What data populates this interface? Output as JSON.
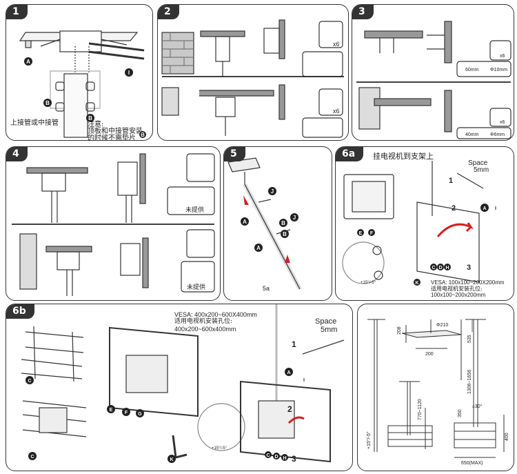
{
  "panels": {
    "p1": {
      "num": "1",
      "note_pipe": "上接管或中接管",
      "note_1": "注意:",
      "note_2": "顶板和中接管安装",
      "note_3": "的时候不需垫片",
      "callouts": [
        "A",
        "I",
        "B",
        "B",
        "B"
      ]
    },
    "p2": {
      "num": "2",
      "qty": "x6"
    },
    "p3": {
      "num": "3",
      "qty": "x6",
      "dim_1": "60mm",
      "dia_1": "Φ10mm",
      "dim_2": "40mm",
      "dia_2": "Φ6mm"
    },
    "p4": {
      "num": "4",
      "not_supplied": "未提供"
    },
    "p5": {
      "num": "5",
      "sub": "5a",
      "callouts": [
        "J",
        "A",
        "B",
        "B",
        "J",
        "A"
      ]
    },
    "p6a": {
      "num": "6a",
      "title": "挂电视机到支架上",
      "space": "Space",
      "space_val": "5mm",
      "steps": [
        "1",
        "2",
        "3"
      ],
      "vesa": "VESA: 100x100~200X200mm",
      "vesa_cn": "适用电视机安装孔位:",
      "vesa_cn_val": "100x100~200x200mm",
      "angle": "+15°/-5°",
      "callouts": [
        "A",
        "I",
        "E",
        "F",
        "C",
        "D",
        "H",
        "K"
      ]
    },
    "p6b": {
      "num": "6b",
      "vesa": "VESA: 400x200~600X400mm",
      "vesa_cn": "适用电视机安装孔位:",
      "vesa_cn_val": "400x200~600x400mm",
      "space": "Space",
      "space_val": "5mm",
      "steps": [
        "1",
        "2",
        "3"
      ],
      "angle": "+15°/-5°",
      "callouts": [
        "C",
        "C",
        "E",
        "F",
        "G",
        "K",
        "A",
        "I",
        "C",
        "D",
        "H"
      ]
    },
    "dims": {
      "d1": "Φ210",
      "d2": "208",
      "d3": "200",
      "d4": "535",
      "d5": "1306~1656",
      "d6": "770~1120",
      "d7": "350",
      "d8": "±30°",
      "d9": "+15°/-5°",
      "d10": "400",
      "d11": "650(MAX)"
    }
  },
  "colors": {
    "border": "#333333",
    "arrow": "#d42020",
    "callout": "#222222"
  }
}
